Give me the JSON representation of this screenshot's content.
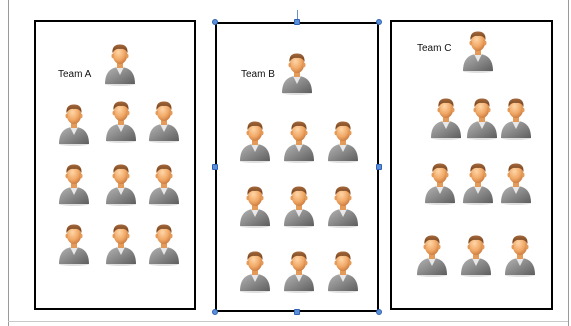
{
  "teams": [
    {
      "label": "Team A",
      "person_icon": "person-icon"
    },
    {
      "label": "Team B",
      "person_icon": "person-icon"
    },
    {
      "label": "Team C",
      "person_icon": "person-icon"
    }
  ],
  "selection": {
    "selected_panel": "Team B"
  }
}
